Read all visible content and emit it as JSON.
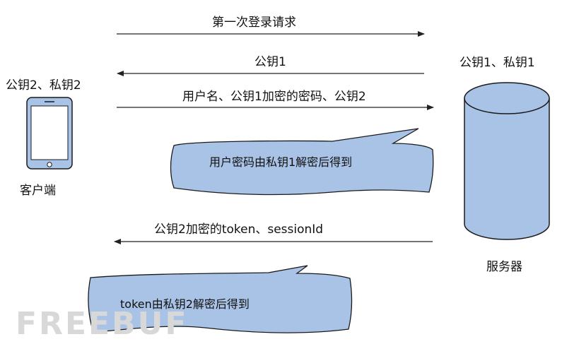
{
  "messages": {
    "first_login": "第一次登录请求",
    "pubkey1_reply": "公钥1",
    "login_payload": "用户名、公钥1加密的密码、公钥2",
    "token_reply": "公钥2加密的token、sessionId"
  },
  "client": {
    "keys": "公钥2、私钥2",
    "name": "客户端",
    "icon": "smartphone-icon"
  },
  "server": {
    "keys": "公钥1、私钥1",
    "name": "服务器",
    "icon": "database-cylinder-icon"
  },
  "callouts": {
    "server_decrypt": "用户密码由私钥1解密后得到",
    "client_decrypt": "token由私钥2解密后得到"
  },
  "watermark": {
    "text": "FREEBUF"
  },
  "colors": {
    "shape_fill": "#a8c3e6",
    "shape_stroke": "#1a1a1a",
    "arrow": "#222222"
  }
}
